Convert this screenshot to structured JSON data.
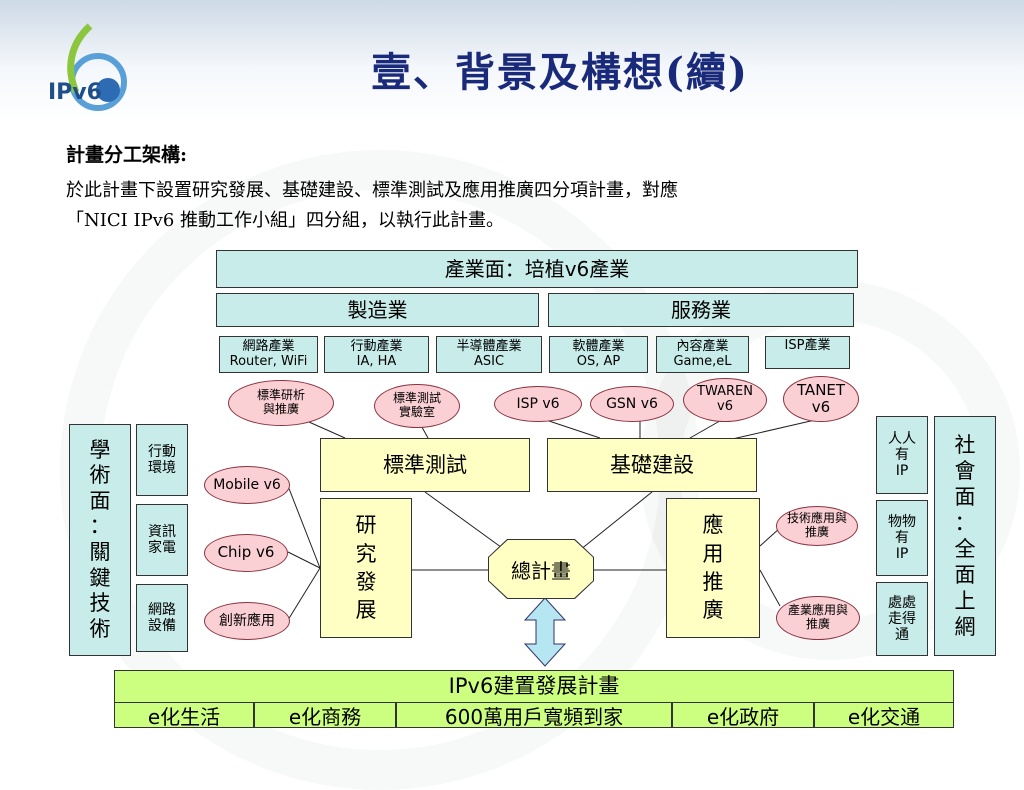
{
  "title": "壹、背景及構想(續)",
  "logo": {
    "text": "IPv6"
  },
  "section": {
    "heading": "計畫分工架構:",
    "body_line1": "於此計畫下設置研究發展、基礎建設、標準測試及應用推廣四分項計畫，對應",
    "body_line2": "「NICI IPv6 推動工作小組」四分組，以執行此計畫。"
  },
  "diagram": {
    "industry": {
      "label": "產業面：培植v6產業",
      "manufacturing": "製造業",
      "services": "服務業",
      "sub": [
        {
          "line1": "網路產業",
          "line2": "Router, WiFi"
        },
        {
          "line1": "行動產業",
          "line2": "IA, HA"
        },
        {
          "line1": "半導體產業",
          "line2": "ASIC"
        },
        {
          "line1": "軟體產業",
          "line2": "OS, AP"
        },
        {
          "line1": "內容產業",
          "line2": "Game,eL"
        },
        {
          "line1": "ISP產業",
          "line2": ""
        }
      ]
    },
    "ellipses": {
      "std_research": {
        "line1": "標準研析",
        "line2": "與推廣"
      },
      "std_lab": {
        "line1": "標準測試",
        "line2": "實驗室"
      },
      "isp_v6": "ISP v6",
      "gsn_v6": "GSN v6",
      "twaren": {
        "line1": "TWAREN",
        "line2": "v6"
      },
      "tanet": {
        "line1": "TANET",
        "line2": "v6"
      },
      "mobile_v6": "Mobile v6",
      "chip_v6": "Chip v6",
      "innovation_app": "創新應用",
      "tech_app": {
        "line1": "技術應用與",
        "line2": "推廣"
      },
      "industry_app": {
        "line1": "產業應用與",
        "line2": "推廣"
      }
    },
    "hub": {
      "standard_test": "標準測試",
      "infrastructure": "基礎建設",
      "rnd": [
        "研",
        "究",
        "發",
        "展"
      ],
      "app_promo": [
        "應",
        "用",
        "推",
        "廣"
      ],
      "master": "總計畫"
    },
    "academic": {
      "label": [
        "學",
        "術",
        "面",
        "：",
        "關",
        "鍵",
        "技",
        "術"
      ],
      "items": [
        {
          "line1": "行動",
          "line2": "環境"
        },
        {
          "line1": "資訊",
          "line2": "家電"
        },
        {
          "line1": "網路",
          "line2": "設備"
        }
      ]
    },
    "society": {
      "label": [
        "社",
        "會",
        "面",
        "：",
        "全",
        "面",
        "上",
        "網"
      ],
      "items": [
        {
          "line1": "人人",
          "line2": "有",
          "line3": "IP"
        },
        {
          "line1": "物物",
          "line2": "有",
          "line3": "IP"
        },
        {
          "line1": "處處",
          "line2": "走得",
          "line3": "通"
        }
      ]
    },
    "plan": {
      "label": "IPv6建置發展計畫",
      "items": [
        "e化生活",
        "e化商務",
        "600萬用戶寬頻到家",
        "e化政府",
        "e化交通"
      ]
    }
  }
}
